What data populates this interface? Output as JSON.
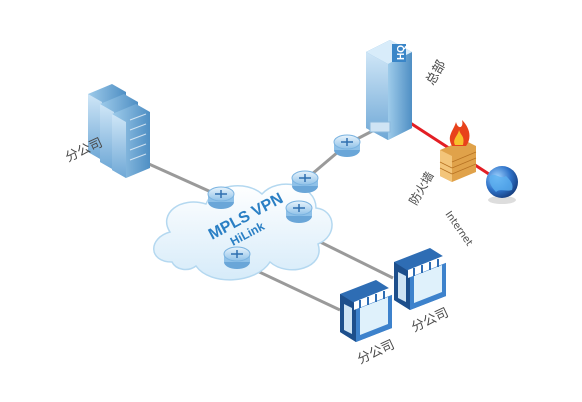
{
  "cloud": {
    "title": "MPLS VPN",
    "subtitle": "HiLink"
  },
  "hq": {
    "badge": "HQ",
    "label": "总部"
  },
  "branch_top_left": {
    "label": "分公司"
  },
  "branch_bottom_left": {
    "label": "分公司"
  },
  "branch_bottom_right": {
    "label": "分公司"
  },
  "firewall": {
    "label": "防火墙"
  },
  "internet": {
    "label": "Internet"
  },
  "colors": {
    "wan_line": "#9a9a9a",
    "internet_line": "#e31e24",
    "cloud": "#e3f1fb",
    "router": "#5a9bd5"
  }
}
